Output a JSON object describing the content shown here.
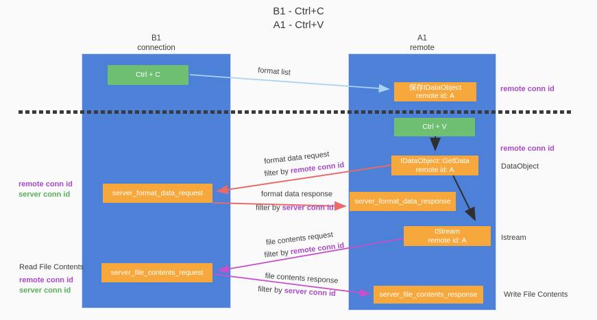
{
  "title": {
    "line1": "B1 - Ctrl+C",
    "line2": "A1 - Ctrl+V"
  },
  "lanes": {
    "left": {
      "title": "B1",
      "subtitle": "connection"
    },
    "right": {
      "title": "A1",
      "subtitle": "remote"
    }
  },
  "nodes": {
    "ctrl_c": {
      "label": "Ctrl + C"
    },
    "save_dataobject": {
      "line1": "保存IDataObject",
      "line2": "remote id: A"
    },
    "ctrl_v": {
      "label": "Ctrl + V"
    },
    "getdata": {
      "line1": "IDataObject::GetData",
      "line2": "remote id: A"
    },
    "format_request": {
      "label": "server_format_data_request"
    },
    "format_response": {
      "label": "server_format_data_response"
    },
    "istream": {
      "line1": "IStream",
      "line2": "remote id: A"
    },
    "file_request": {
      "label": "server_file_contents_request"
    },
    "file_response": {
      "label": "server_file_contents_response"
    }
  },
  "edges": {
    "format_list": {
      "label": "format list"
    },
    "format_data_request": {
      "label": "format data request",
      "filter_prefix": "filter by ",
      "filter_key": "remote conn id"
    },
    "format_data_response": {
      "label": "format data response",
      "filter_prefix": "filter by ",
      "filter_key": "server conn id"
    },
    "file_contents_request": {
      "label": "file contents request",
      "filter_prefix": "filter by ",
      "filter_key": "remote conn id"
    },
    "file_contents_response": {
      "label": "file contents response",
      "filter_prefix": "filter by ",
      "filter_key": "server conn id"
    }
  },
  "annotations": {
    "right_top_remote_conn_id": "remote conn id",
    "right_mid_remote_conn_id": "remote conn id",
    "right_dataobject": "DataObject",
    "right_istream": "Istream",
    "right_write_file": "Write File Contents",
    "left_remote_conn_id_1": "remote conn id",
    "left_server_conn_id_1": "server conn id",
    "left_read_file": "Read File Contents",
    "left_remote_conn_id_2": "remote conn id",
    "left_server_conn_id_2": "server conn id"
  },
  "colors": {
    "lane_blue": "#4d81d8",
    "node_orange": "#f7a83c",
    "node_green": "#6fbf72",
    "arrow_lightblue": "#a8d3f2",
    "arrow_red": "#e86a6a",
    "arrow_magenta": "#c750cb",
    "arrow_black": "#2f2f2f",
    "text_purple": "#a64ac6",
    "text_green": "#58b158",
    "text_dark": "#3d3d3d",
    "background": "#fafafa"
  }
}
